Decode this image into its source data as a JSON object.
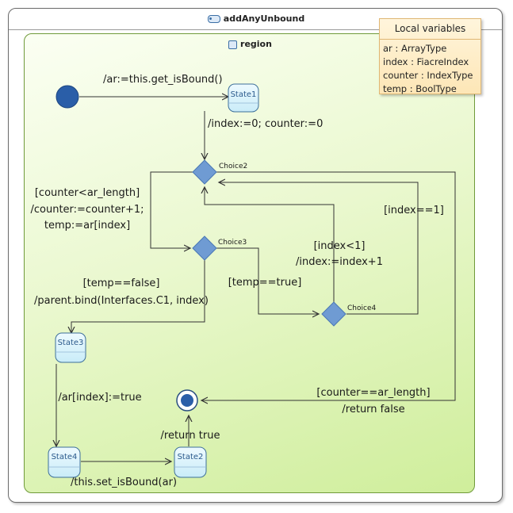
{
  "machine": {
    "title": "addAnyUnbound",
    "region_title": "region"
  },
  "local_variables": {
    "title": "Local variables",
    "items": [
      "ar : ArrayType",
      "index : FiacreIndex",
      "counter : IndexType",
      "temp : BoolType"
    ]
  },
  "states": {
    "state1": "State1",
    "state2": "State2",
    "state3": "State3",
    "state4": "State4"
  },
  "choices": {
    "choice2": "Choice2",
    "choice3": "Choice3",
    "choice4": "Choice4"
  },
  "transitions": {
    "init_to_state1": "/ar:=this.get_isBound()",
    "state1_to_choice2": "/index:=0; counter:=0",
    "choice2_to_choice3": [
      "[counter<ar_length]",
      "/counter:=counter+1;",
      "temp:=ar[index]"
    ],
    "choice4_to_choice2_lt": [
      "[index<1]",
      "/index:=index+1"
    ],
    "choice4_to_choice2_eq": "[index==1]",
    "choice3_to_state3": [
      "[temp==false]",
      "/parent.bind(Interfaces.C1, index)"
    ],
    "choice3_to_choice4": "[temp==true]",
    "choice2_to_final": [
      "[counter==ar_length]",
      "/return false"
    ],
    "state3_to_state4": "/ar[index]:=true",
    "state4_to_state2": "/this.set_isBound(ar)",
    "state2_to_final": "/return true"
  },
  "colors": {
    "initial": "#2a5ea8",
    "choice": "#6f9bd3",
    "state_fill": "#dff3fb",
    "state_border": "#3d6f9a",
    "region_border": "#6f9a3a",
    "locals_fill": "#fde6b6"
  }
}
